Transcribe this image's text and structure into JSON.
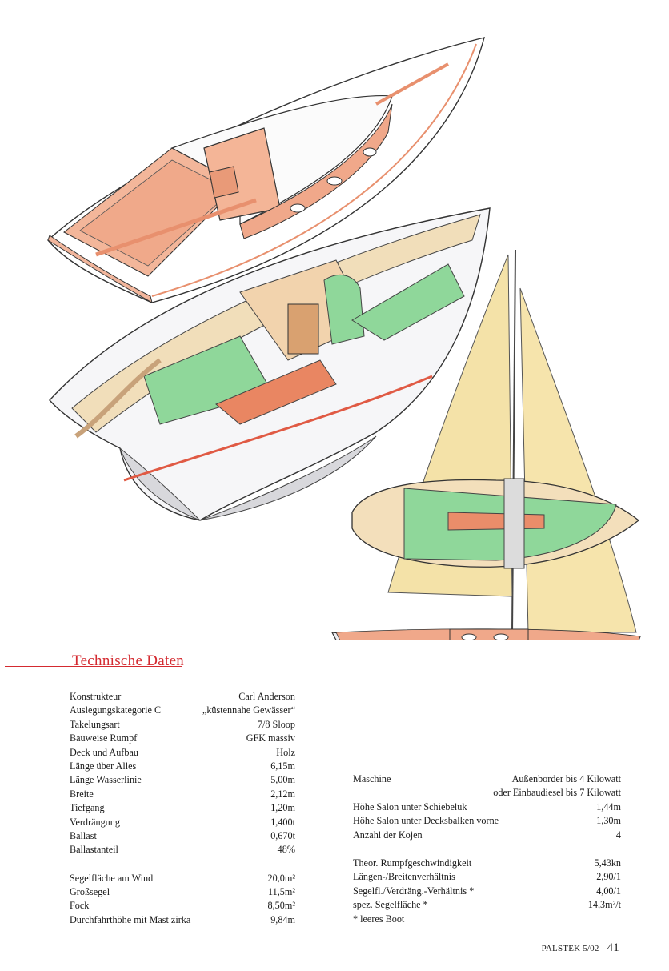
{
  "heading": "Technische Daten",
  "specs_left": [
    {
      "label": "Konstrukteur",
      "value": "Carl Anderson"
    },
    {
      "label": "Auslegungskategorie C",
      "value": "„küstennahe Gewässer“"
    },
    {
      "label": "Takelungsart",
      "value": "7/8 Sloop"
    },
    {
      "label": "Bauweise Rumpf",
      "value": "GFK massiv"
    },
    {
      "label": "Deck und Aufbau",
      "value": "Holz"
    },
    {
      "label": "Länge über Alles",
      "value": "6,15m"
    },
    {
      "label": "Länge Wasserlinie",
      "value": "5,00m"
    },
    {
      "label": "Breite",
      "value": "2,12m"
    },
    {
      "label": "Tiefgang",
      "value": "1,20m"
    },
    {
      "label": "Verdrängung",
      "value": "1,400t"
    },
    {
      "label": "Ballast",
      "value": "0,670t"
    },
    {
      "label": "Ballastanteil",
      "value": "48%"
    },
    {
      "label": "Segelfläche am Wind",
      "value": "20,0m²"
    },
    {
      "label": "Großsegel",
      "value": "11,5m²"
    },
    {
      "label": "Fock",
      "value": "8,50m²"
    },
    {
      "label": "Durchfahrthöhe mit Mast zirka",
      "value": "9,84m"
    }
  ],
  "specs_right": {
    "maschine_label": "Maschine",
    "maschine_value": "Außenborder bis 4 Kilowatt",
    "maschine_value2": "oder Einbaudiesel bis 7 Kilowatt",
    "rows": [
      {
        "label": "Höhe Salon unter Schiebeluk",
        "value": "1,44m"
      },
      {
        "label": "Höhe Salon unter Decksbalken vorne",
        "value": "1,30m"
      },
      {
        "label": "Anzahl der Kojen",
        "value": "4"
      },
      {
        "label": "Theor. Rumpfgeschwindigkeit",
        "value": "5,43kn"
      },
      {
        "label": "Längen-/Breitenverhältnis",
        "value": "2,90/1"
      },
      {
        "label": "Segelfl./Verdräng.-Verhältnis *",
        "value": "4,00/1"
      },
      {
        "label": "spez. Segelfläche *",
        "value": "14,3m²/t"
      }
    ],
    "footnote": "* leeres Boot"
  },
  "footer": {
    "magazine": "PALSTEK 5/02",
    "page": "41"
  }
}
